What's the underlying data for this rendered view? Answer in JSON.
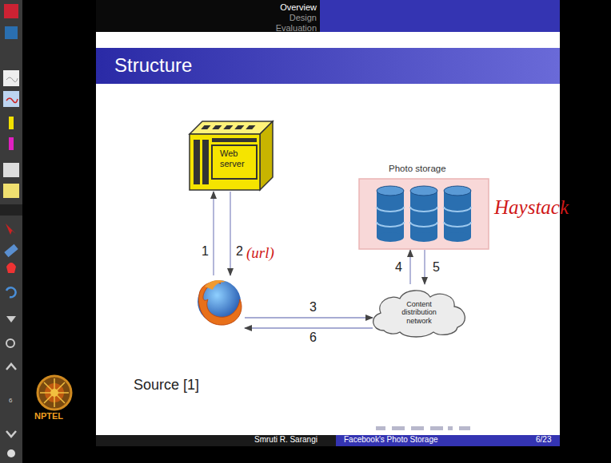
{
  "diagram": {
    "title": "Structure",
    "nodes": [
      {
        "text": [
          "Web server"
        ]
      },
      {
        "text": []
      },
      {
        "text": [
          "Photo storage"
        ]
      },
      {
        "text": [
          "Content distribution network"
        ]
      }
    ],
    "edges": [
      {
        "from": 1,
        "to": 0,
        "label": "1",
        "arrow": "to"
      },
      {
        "from": 0,
        "to": 1,
        "label": "2",
        "arrow": "to"
      },
      {
        "from": 1,
        "to": 3,
        "label": "3",
        "arrow": "to"
      },
      {
        "from": 3,
        "to": 2,
        "label": "4",
        "arrow": "to"
      },
      {
        "from": 2,
        "to": 3,
        "label": "5",
        "arrow": "to"
      },
      {
        "from": 3,
        "to": 1,
        "label": "6",
        "arrow": "to"
      }
    ],
    "labels": [
      "Overview",
      "Design",
      "Evaluation",
      "Haystack",
      "(url)",
      "Source [1]",
      "Smruti R. Sarangi",
      "Facebook's Photo Storage",
      "6/23",
      "NPTEL",
      "6"
    ]
  }
}
